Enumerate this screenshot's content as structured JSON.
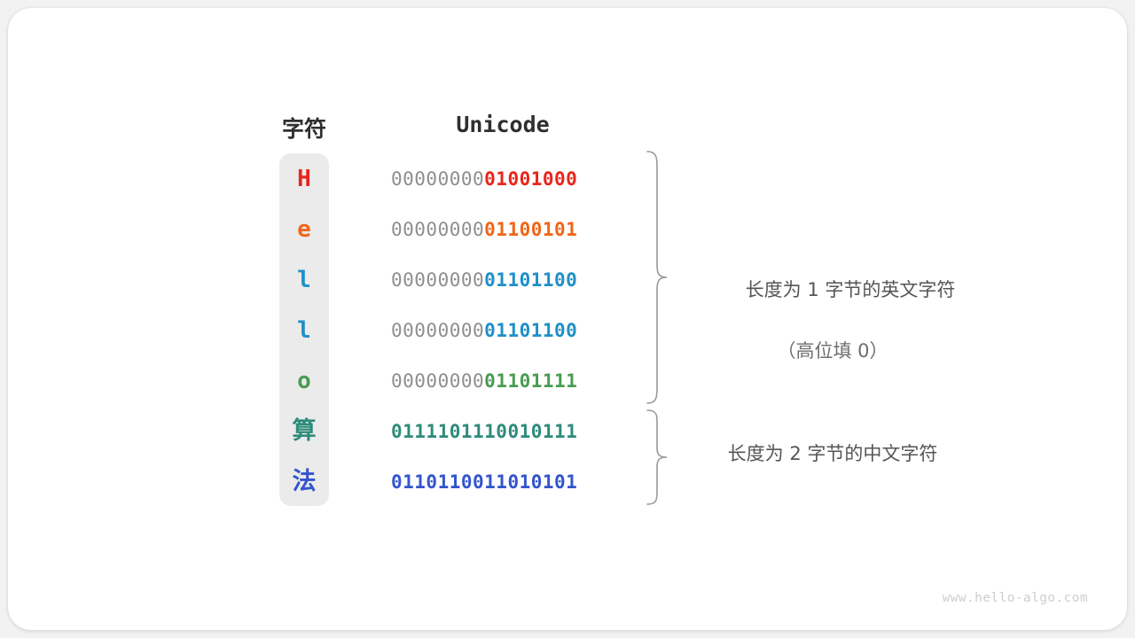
{
  "headers": {
    "character": "字符",
    "unicode": "Unicode"
  },
  "rows": [
    {
      "char": "H",
      "color": "#e8261c",
      "high_byte": "00000000",
      "low_byte": "01001000",
      "is_cjk": false
    },
    {
      "char": "e",
      "color": "#f06517",
      "high_byte": "00000000",
      "low_byte": "01100101",
      "is_cjk": false
    },
    {
      "char": "l",
      "color": "#1e90c8",
      "high_byte": "00000000",
      "low_byte": "01101100",
      "is_cjk": false
    },
    {
      "char": "l",
      "color": "#1e90c8",
      "high_byte": "00000000",
      "low_byte": "01101100",
      "is_cjk": false
    },
    {
      "char": "o",
      "color": "#4a9c52",
      "high_byte": "00000000",
      "low_byte": "01101111",
      "is_cjk": false
    },
    {
      "char": "算",
      "color": "#2e8b7a",
      "high_byte": "01111011",
      "low_byte": "10010111",
      "is_cjk": true
    },
    {
      "char": "法",
      "color": "#3355cc",
      "high_byte": "01101100",
      "low_byte": "11010101",
      "is_cjk": true
    }
  ],
  "annotations": {
    "ascii_main": "长度为 1 字节的英文字符",
    "ascii_sub": "（高位填 0）",
    "cjk_main": "长度为 2 字节的中文字符"
  },
  "watermark": "www.hello-algo.com",
  "colors": {
    "card_background": "#ffffff",
    "page_background": "#f2f2f2",
    "capsule_background": "#ebebeb",
    "high_byte_gray": "#8e8e8e",
    "brace_gray": "#999999",
    "annotation_gray": "#555555",
    "watermark_gray": "#cfcfcf"
  }
}
